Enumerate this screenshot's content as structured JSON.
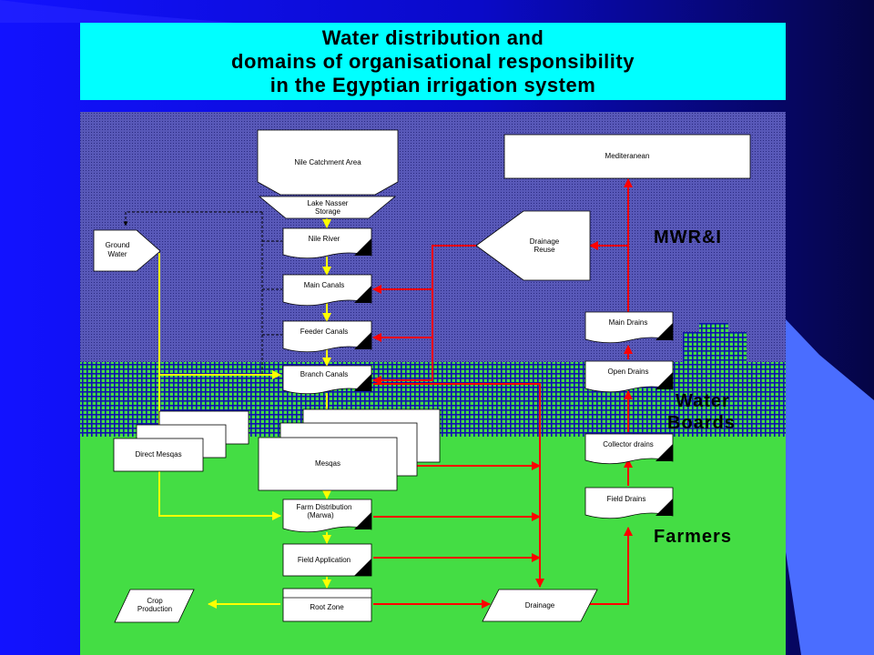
{
  "title": {
    "line1": "Water distribution and",
    "line2": "domains of organisational responsibility",
    "line3": "in the Egyptian irrigation system"
  },
  "domains": {
    "ministry": "MWR&I",
    "water_boards_line1": "Water",
    "water_boards_line2": "Boards",
    "farmers": "Farmers"
  },
  "nodes": {
    "nile_catchment": "Nile Catchment Area",
    "lake_nasser_1": "Lake Nasser",
    "lake_nasser_2": "Storage",
    "ground_water_1": "Ground",
    "ground_water_2": "Water",
    "nile_river": "Nile River",
    "main_canals": "Main Canals",
    "feeder_canals": "Feeder Canals",
    "branch_canals": "Branch Canals",
    "direct_mesqas": "Direct Mesqas",
    "mesqas": "Mesqas",
    "farm_distribution_1": "Farm Distribution",
    "farm_distribution_2": "(Marwa)",
    "field_application": "Field Application",
    "root_zone": "Root Zone",
    "crop_production_1": "Crop",
    "crop_production_2": "Production",
    "drainage": "Drainage",
    "field_drains": "Field Drains",
    "collector_drains": "Collector drains",
    "open_drains": "Open Drains",
    "main_drains": "Main Drains",
    "drainage_reuse_1": "Drainage",
    "drainage_reuse_2": "Reuse",
    "mediterranean": "Mediteranean"
  },
  "colors": {
    "background_blue": "#1010ee",
    "title_cyan": "#00ffff",
    "ministry_zone": "#4848b0",
    "water_boards_grid": "#1010b0",
    "water_boards_green": "#44dd44",
    "farmers_zone": "#44dd44",
    "supply_arrow": "#ffff00",
    "drainage_arrow": "#ff0000"
  }
}
